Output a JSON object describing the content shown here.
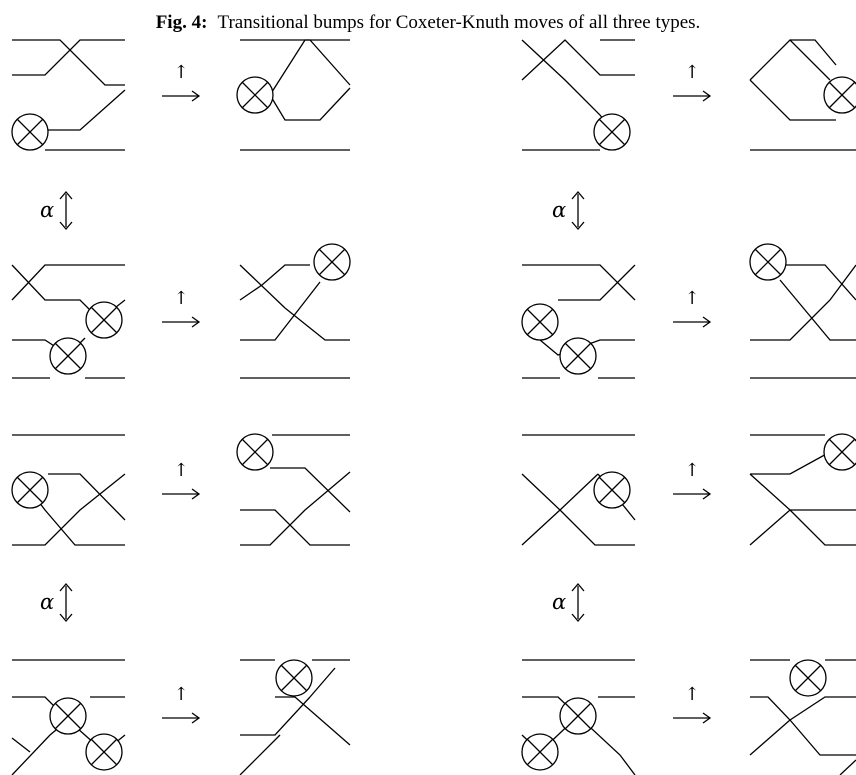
{
  "caption": {
    "label": "Fig. 4:",
    "text": "Transitional bumps for Coxeter-Knuth moves of all three types."
  },
  "relations": {
    "alpha_label": "α",
    "transition_label": "↑"
  },
  "columns": [
    {
      "id": "left",
      "rows": [
        {
          "id": "row1",
          "has_alpha_above": false
        },
        {
          "id": "row2",
          "has_alpha_above": true
        },
        {
          "id": "row3",
          "has_alpha_above": false
        },
        {
          "id": "row4",
          "has_alpha_above": true
        }
      ]
    },
    {
      "id": "right",
      "rows": [
        {
          "id": "row1",
          "has_alpha_above": false
        },
        {
          "id": "row2",
          "has_alpha_above": true
        },
        {
          "id": "row3",
          "has_alpha_above": false
        },
        {
          "id": "row4",
          "has_alpha_above": true
        }
      ]
    }
  ]
}
